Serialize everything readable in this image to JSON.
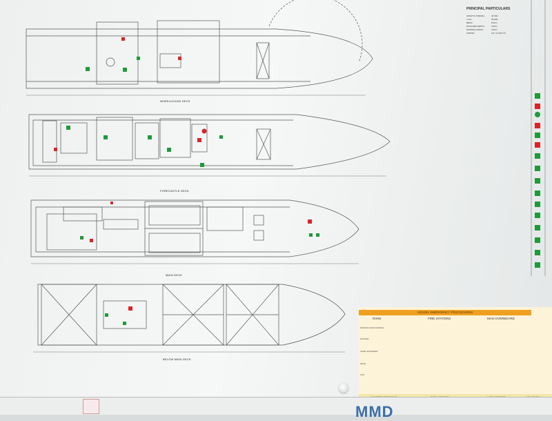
{
  "particulars": {
    "title": "PRINCIPAL PARTICULARS",
    "rows": [
      {
        "label": "LENGTH OVERALL",
        "value": "40.00m"
      },
      {
        "label": "L.W.L.",
        "value": "36.00m"
      },
      {
        "label": "BEAM",
        "value": "8.00m"
      },
      {
        "label": "MOULDED DEPTH",
        "value": "3.60m"
      },
      {
        "label": "NOMINAL DRAFT",
        "value": "2.60m"
      },
      {
        "label": "SURVEY",
        "value": "LR / CLASS VII"
      }
    ]
  },
  "decks": {
    "wheelhouse": "WHEELHOUSE DECK",
    "forecastle": "FORECASTLE DECK",
    "main": "MAIN DECK",
    "below_main": "BELOW MAIN DECK"
  },
  "emergency": {
    "title": "VESSEL EMERGENCY PROCEDURES",
    "col_rank": "RANK",
    "col_fire": "FIRE STATIONS",
    "col_mob": "MAN OVERBOARD",
    "rows": [
      "PERSON DISCOVERING",
      "MASTER",
      "CHIEF ENGINEER",
      "MATE",
      "2ND"
    ],
    "muster": "MUSTER STATIONS",
    "muster_fire": "FIRE: BRIDGE",
    "muster_mob": "MOB: BRIDGE",
    "muster_other": "ABANDON"
  },
  "footer": {
    "logo": "MMD"
  },
  "colors": {
    "line": "#555555",
    "safety_green": "#1f9a3a",
    "safety_red": "#d8242a",
    "emergency_orange": "#f0a020"
  }
}
